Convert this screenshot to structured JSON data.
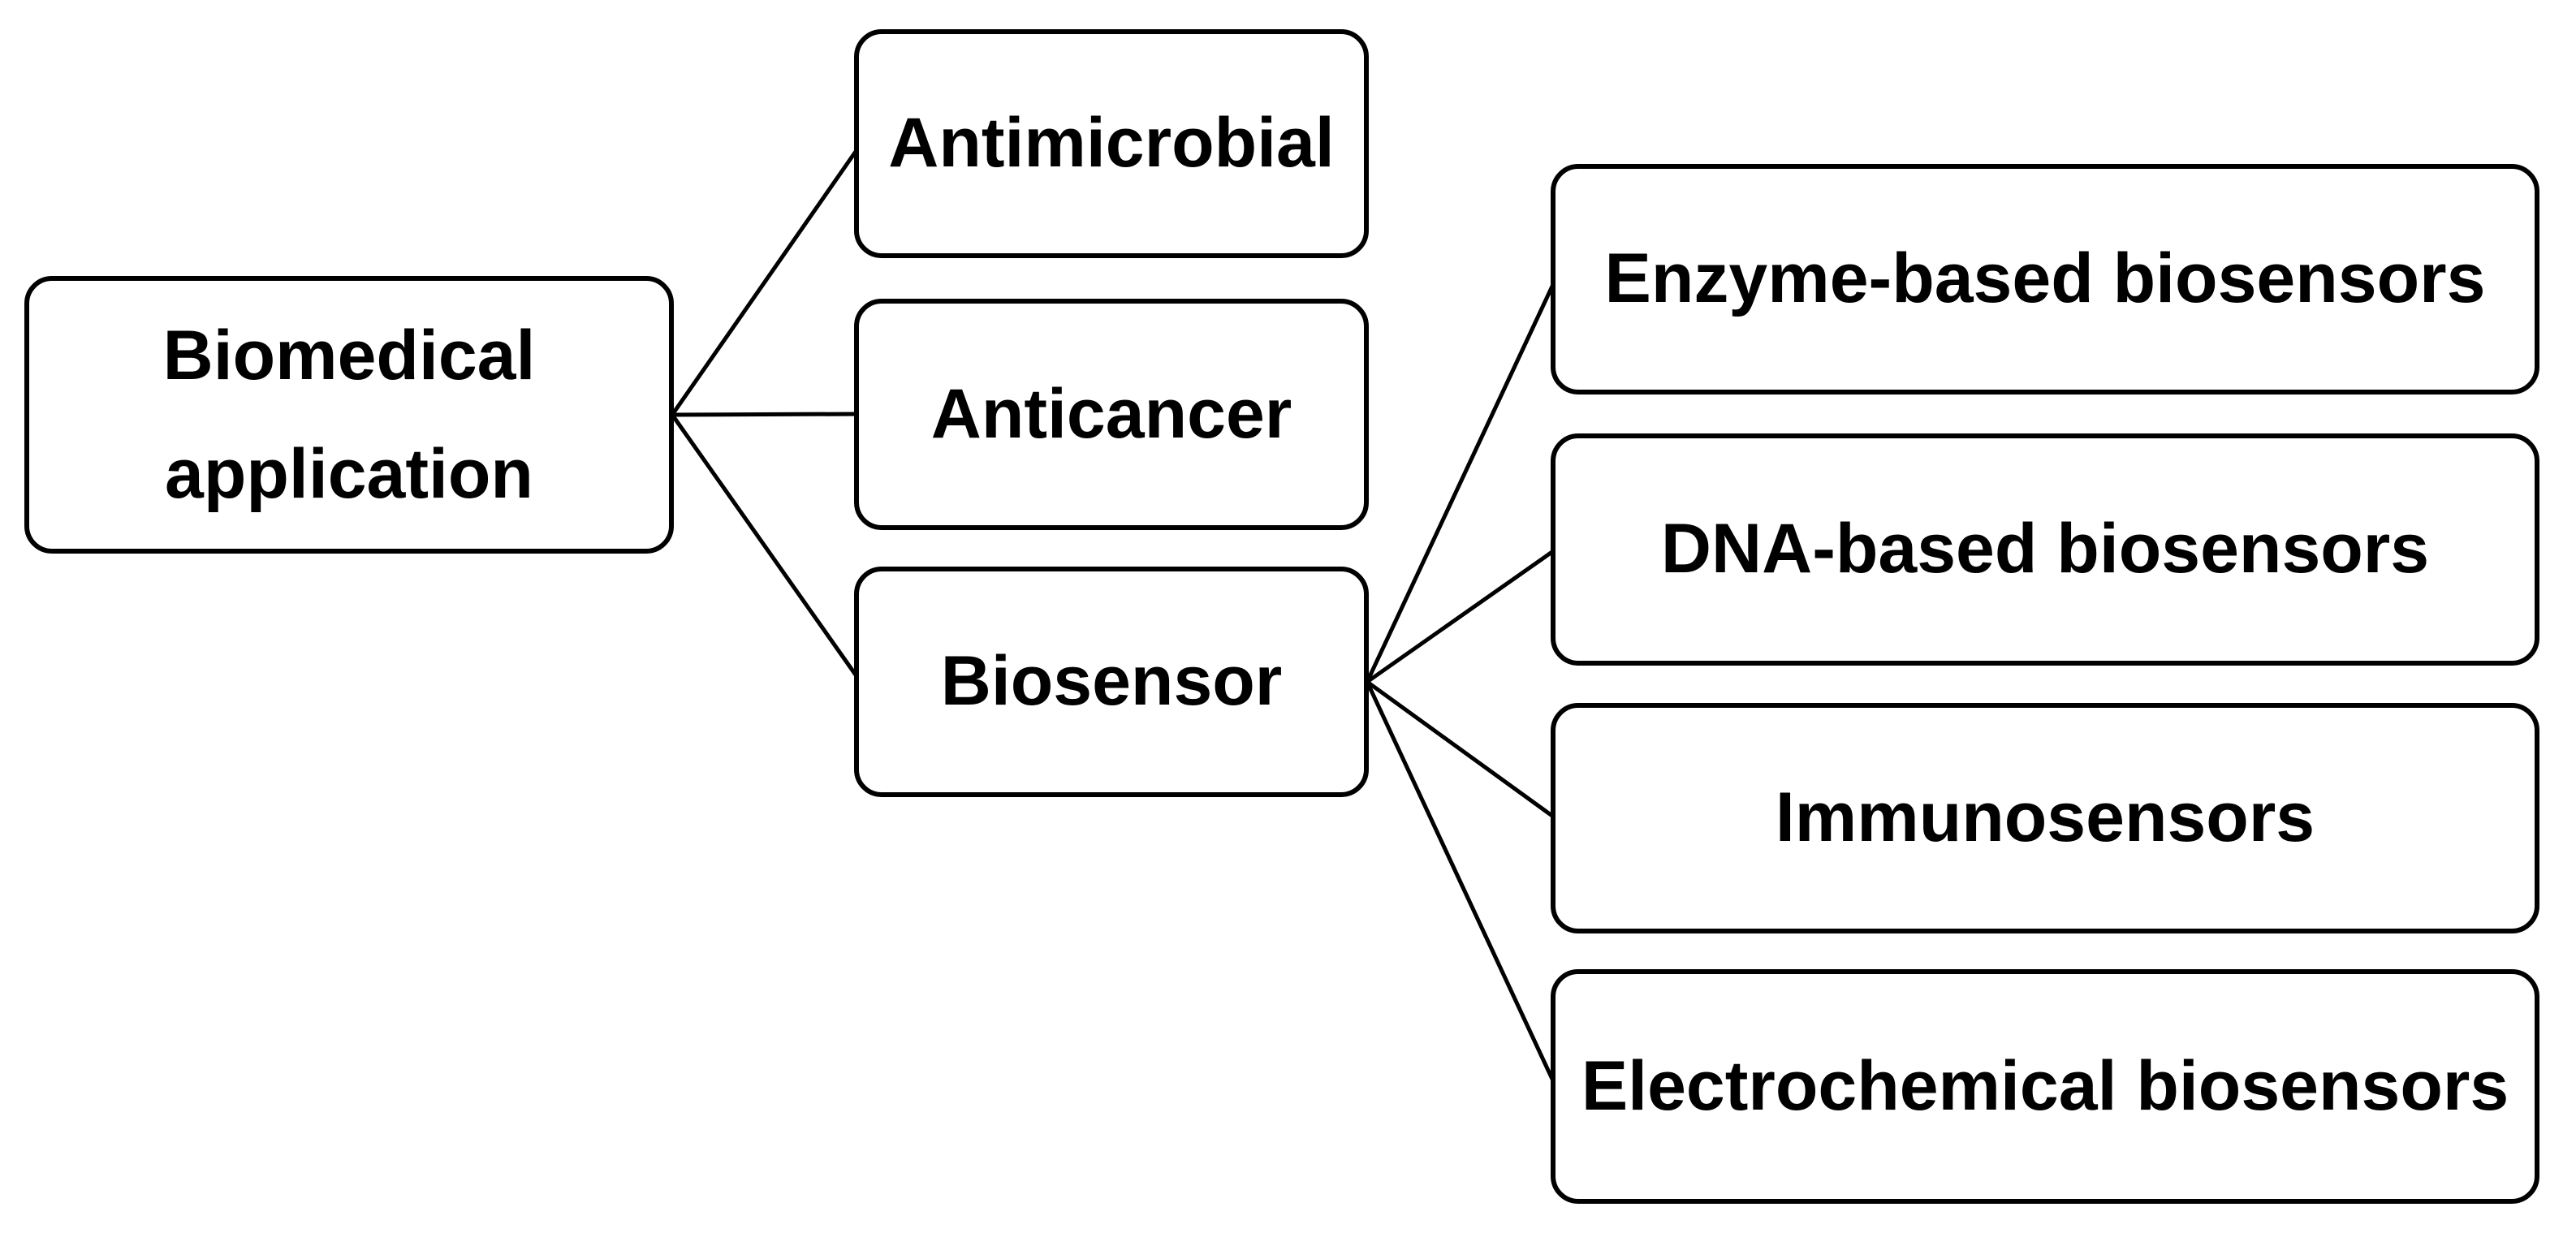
{
  "diagram": {
    "type": "tree",
    "background_color": "#ffffff",
    "stroke_color": "#000000",
    "text_color": "#000000",
    "root": {
      "id": "biomedical-application",
      "label": "Biomedical application"
    },
    "level1": [
      {
        "id": "antimicrobial",
        "label": "Antimicrobial"
      },
      {
        "id": "anticancer",
        "label": "Anticancer"
      },
      {
        "id": "biosensor",
        "label": "Biosensor"
      }
    ],
    "level2": [
      {
        "id": "enzyme-based-biosensors",
        "label": "Enzyme-based biosensors"
      },
      {
        "id": "dna-based-biosensors",
        "label": "DNA-based biosensors"
      },
      {
        "id": "immunosensors",
        "label": "Immunosensors"
      },
      {
        "id": "electrochemical-biosensors",
        "label": "Electrochemical biosensors"
      }
    ],
    "edges": [
      {
        "from": "biomedical-application",
        "to": "antimicrobial"
      },
      {
        "from": "biomedical-application",
        "to": "anticancer"
      },
      {
        "from": "biomedical-application",
        "to": "biosensor"
      },
      {
        "from": "biosensor",
        "to": "enzyme-based-biosensors"
      },
      {
        "from": "biosensor",
        "to": "dna-based-biosensors"
      },
      {
        "from": "biosensor",
        "to": "immunosensors"
      },
      {
        "from": "biosensor",
        "to": "electrochemical-biosensors"
      }
    ]
  }
}
